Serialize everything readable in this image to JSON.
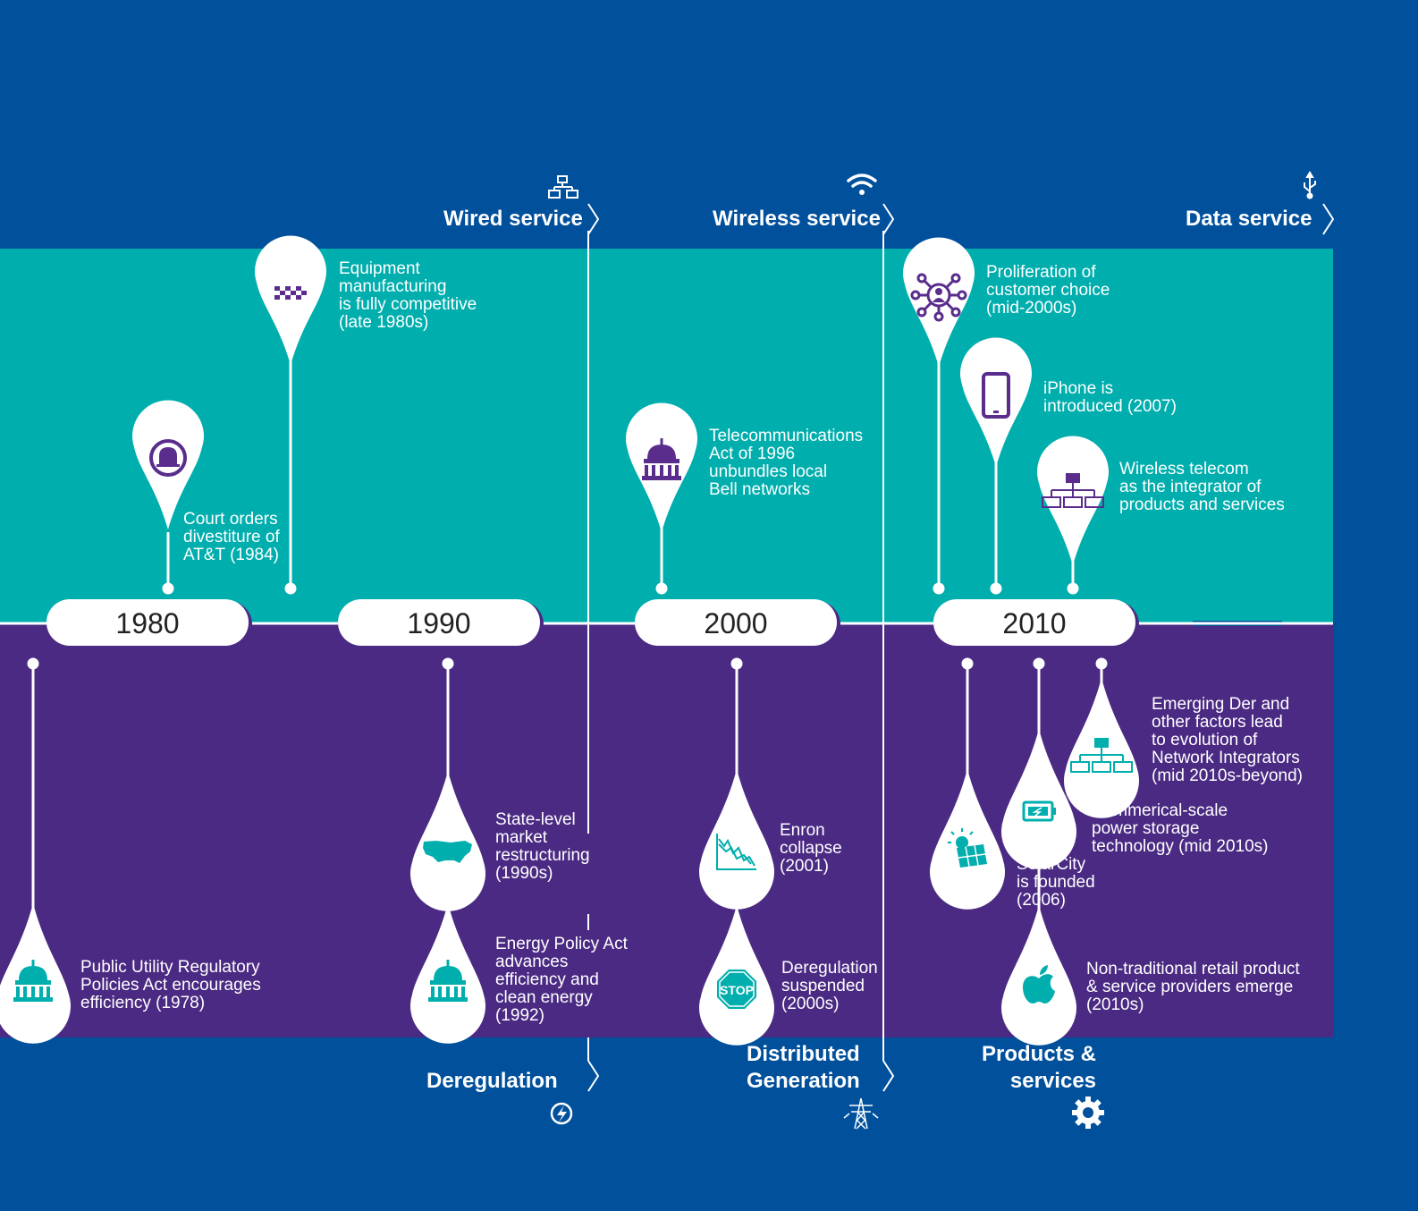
{
  "colors": {
    "background": "#00509c",
    "teal_band": "#00aead",
    "purple_band": "#4b2a83",
    "white": "#ffffff",
    "icon_purple": "#5a2d8c",
    "icon_teal": "#00aead"
  },
  "headers": {
    "wired": "Wired service",
    "wireless": "Wireless service",
    "data": "Data service",
    "deregulation": "Deregulation",
    "distributed": "Distributed\nGeneration",
    "products": "Products &\nservices"
  },
  "years": [
    "1980",
    "1990",
    "2000",
    "2010"
  ],
  "telecom_events": [
    {
      "text": "Equipment\nmanufacturing\nis fully competitive\n(late 1980s)",
      "icon": "checkered-flag-icon"
    },
    {
      "text": "Court orders\ndivestiture of\nAT&T (1984)",
      "icon": "bell-icon"
    },
    {
      "text": "Telecommunications\nAct of 1996\nunbundles local\nBell networks",
      "icon": "capitol-icon"
    },
    {
      "text": "Proliferation of\ncustomer choice\n(mid-2000s)",
      "icon": "customer-network-icon"
    },
    {
      "text": "iPhone is\nintroduced (2007)",
      "icon": "smartphone-icon"
    },
    {
      "text": "Wireless telecom\nas the integrator of\nproducts and services",
      "icon": "org-chart-icon"
    }
  ],
  "energy_events": [
    {
      "text": "Public Utility Regulatory\nPolicies Act encourages\nefficiency (1978)",
      "icon": "capitol-icon"
    },
    {
      "text": "State-level\nmarket\nrestructuring\n(1990s)",
      "icon": "usa-map-icon"
    },
    {
      "text": "Energy Policy Act\nadvances\nefficiency and\nclean energy\n(1992)",
      "icon": "capitol-icon"
    },
    {
      "text": "Enron\ncollapse\n(2001)",
      "icon": "declining-chart-icon"
    },
    {
      "text": "Deregulation\nsuspended\n(2000s)",
      "icon": "stop-sign-icon",
      "sign_text": "STOP"
    },
    {
      "text": "Emerging Der and\nother factors lead\nto evolution of\nNetwork Integrators\n(mid 2010s-beyond)",
      "icon": "org-chart-icon"
    },
    {
      "text": "Commerical-scale\npower storage\ntechnology (mid 2010s)",
      "icon": "battery-icon"
    },
    {
      "text": "SolarCity\nis founded\n(2006)",
      "icon": "solar-panel-icon"
    },
    {
      "text": "Non-traditional retail product\n& service providers emerge\n(2010s)",
      "icon": "apple-logo-icon"
    }
  ],
  "section_icons": {
    "wired": "network-icon",
    "wireless": "wifi-icon",
    "data": "usb-icon",
    "deregulation": "lightning-circle-icon",
    "distributed": "transmission-tower-icon",
    "products": "gear-icon"
  }
}
